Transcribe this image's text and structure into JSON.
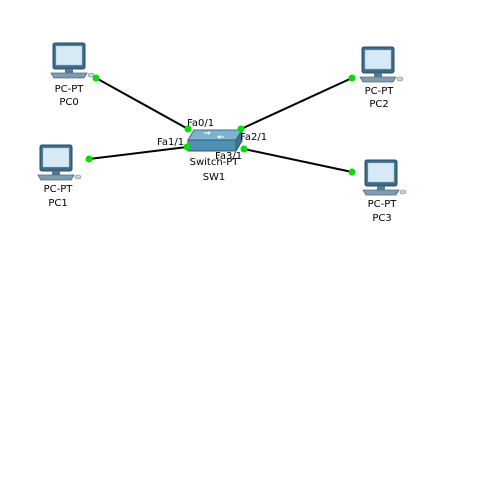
{
  "topology": {
    "devices": {
      "pc0": {
        "model": "PC-PT",
        "name": "PC0"
      },
      "pc1": {
        "model": "PC-PT",
        "name": "PC1"
      },
      "pc2": {
        "model": "PC-PT",
        "name": "PC2"
      },
      "pc3": {
        "model": "PC-PT",
        "name": "PC3"
      },
      "sw1": {
        "model": "Switch-PT",
        "name": "SW1"
      }
    },
    "ports": {
      "fa0": "Fa0/1",
      "fa1": "Fa1/1",
      "fa2": "Fa2/1",
      "fa3": "Fa3/1"
    },
    "link_status_color": "#00e000",
    "cable_color": "#000000"
  }
}
